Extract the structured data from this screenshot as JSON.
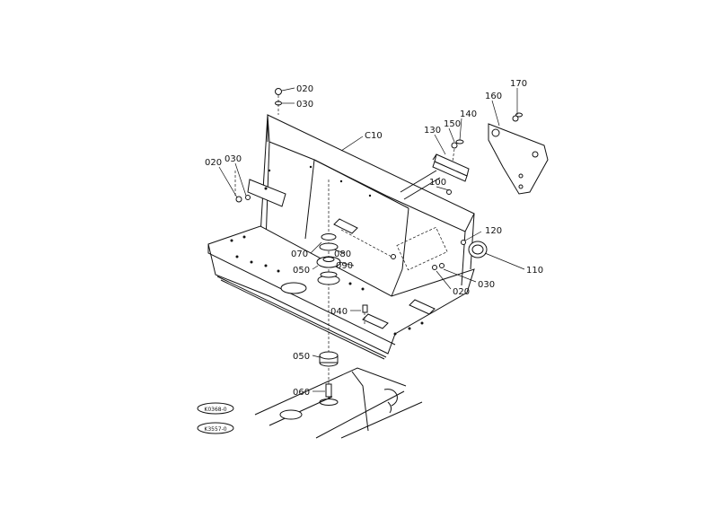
{
  "diagram": {
    "part_labels": {
      "c10": "C10",
      "p020_top": "020",
      "p030_top": "030",
      "p020_left": "020",
      "p030_left": "030",
      "p130": "130",
      "p150_bracket": "150",
      "p140": "140",
      "p160": "160",
      "p170": "170",
      "p100": "100",
      "p120": "120",
      "p110": "110",
      "p020_right": "020",
      "p030_right": "030",
      "p070": "070",
      "p080": "080",
      "p090": "090",
      "p050_upper": "050",
      "p040": "040",
      "p050_lower": "050",
      "p060": "060"
    },
    "reference_badges": [
      "K0368-0",
      "K3557-0"
    ]
  }
}
